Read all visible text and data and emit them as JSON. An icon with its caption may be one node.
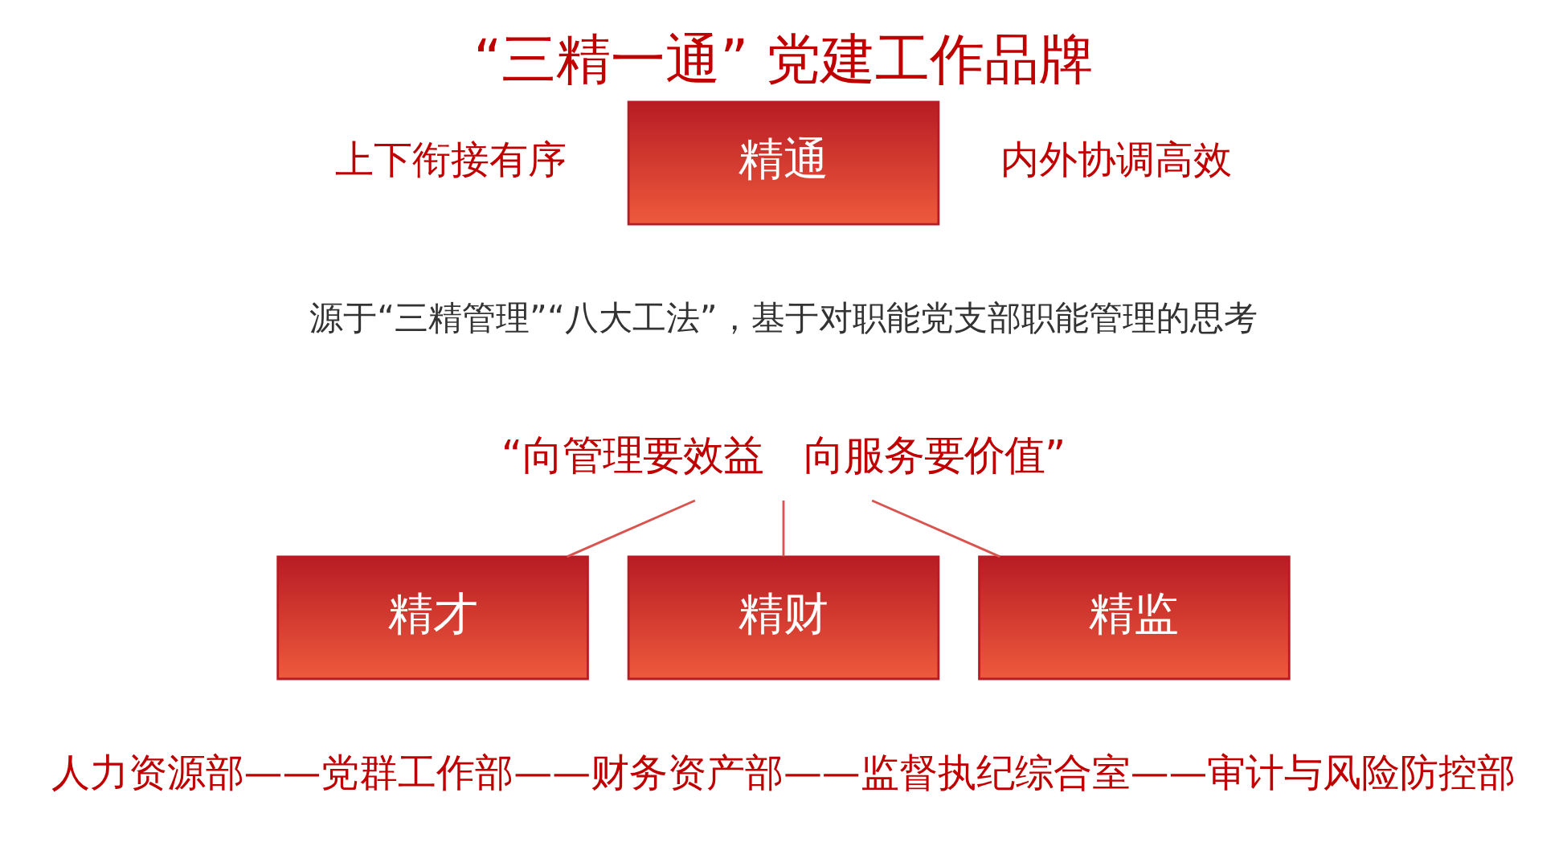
{
  "diagram": {
    "title": "“三精一通” 党建工作品牌",
    "nodes": [
      {
        "text": [
          "精通"
        ],
        "beside": [
          "上下衔接有序",
          "内外协调高效"
        ]
      },
      {
        "text": [
          "“向管理要效益　向服务要价值”"
        ]
      },
      {
        "text": [
          "精才"
        ]
      },
      {
        "text": [
          "精财"
        ]
      },
      {
        "text": [
          "精监"
        ]
      }
    ],
    "edges": [
      {
        "from": 1,
        "to": 2,
        "arrow": "none"
      },
      {
        "from": 1,
        "to": 3,
        "arrow": "none"
      },
      {
        "from": 1,
        "to": 4,
        "arrow": "none"
      }
    ],
    "labels": [
      "源于“三精管理”“八大工法”，基于对职能党支部职能管理的思考",
      "人力资源部——党群工作部——财务资产部——监督执纪综合室——审计与风险防控部"
    ]
  }
}
